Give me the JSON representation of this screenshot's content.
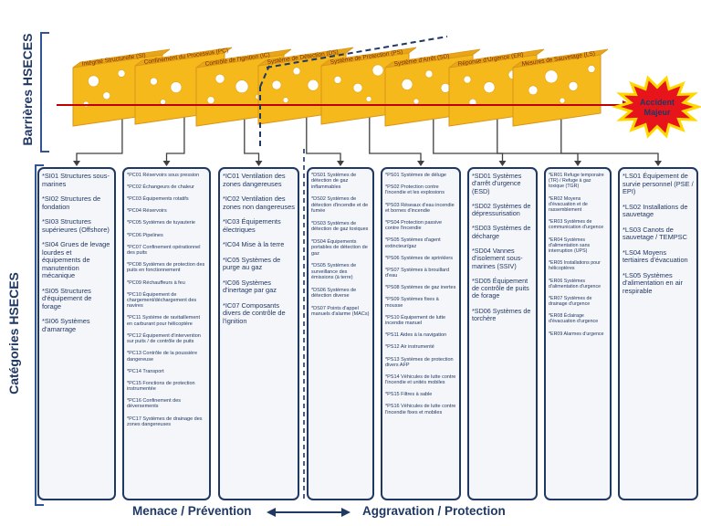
{
  "labels": {
    "barriers": "Barrières HSECES",
    "categories": "Catégories HSECES",
    "accident_line1": "Accident",
    "accident_line2": "Majeur",
    "menace": "Menace / Prévention",
    "aggravation": "Aggravation / Protection"
  },
  "barriers": [
    "Intégrité Structurelle (SI)",
    "Confinement du Processus (PC)",
    "Contrôle de l'Ignition (IC)",
    "Système de Détection (DS)",
    "Système de Protection (PS)",
    "Système d'Arrêt (SD)",
    "Réponse d'Urgence (ER)",
    "Mesures de Sauvetage (LS)"
  ],
  "columns": [
    {
      "items": [
        "*SI01  Structures sous-marines",
        "*SI02  Structures de fondation",
        "*SI03  Structures supérieures (Offshore)",
        "*SI04  Grues de levage lourdes et équipements de manutention mécanique",
        "*SI05  Structures d'équipement de forage",
        "*SI06  Systèmes d'amarrage"
      ]
    },
    {
      "items": [
        "*PC01  Réservoirs sous pression",
        "*PC02  Échangeurs de chaleur",
        "*PC03  Équipements rotatifs",
        "*PC04  Réservoirs",
        "*PC05  Systèmes de tuyauterie",
        "*PC06  Pipelines",
        "*PC07  Confinement opérationnel des puits",
        "*PC08  Systèmes de protection des puits en fonctionnement",
        "*PC09  Réchauffeurs à feu",
        "*PC10  Équipement de chargement/déchargement des navires",
        "*PC11  Système de ravitaillement en carburant pour hélicoptère",
        "*PC12  Équipement d'intervention sur puits / de contrôle de puits",
        "*PC13  Contrôle de la poussière dangereuse",
        "*PC14  Transport",
        "*PC15 Fonctions de protection instrumentée",
        "*PC16  Confinement des déversements",
        "*PC17  Systèmes de drainage des zones dangereuses"
      ]
    },
    {
      "items": [
        "*IC01  Ventilation des zones dangereuses",
        "*IC02  Ventilation des zones non dangereuses",
        "*IC03  Équipements électriques",
        "*IC04  Mise à la terre",
        "*IC05  Systèmes de purge au gaz",
        "*IC06  Systèmes d'inertage par gaz",
        "*IC07  Composants divers de contrôle de l'ignition"
      ]
    },
    {
      "items": [
        "*DS01  Systèmes de détection de gaz inflammables",
        "*DS02  Systèmes de détection d'incendie et de fumée",
        "*DS03  Systèmes de détection de gaz toxiques",
        "*DS04  Équipements portables de détection de gaz",
        "*DS05  Systèmes de surveillance des émissions (à terre)",
        "*DS06  Systèmes de détection diverse",
        "*DS07  Points d'appel manuels d'alarme (MACs)"
      ]
    },
    {
      "items": [
        "*PS01  Systèmes de déluge",
        "*PS02  Protection contre l'incendie et les explosions",
        "*PS03  Réseaux d'eau incendie et bornes d'incendie",
        "*PS04  Protection passive contre l'incendie",
        "*PS05  Systèmes d'agent extincteur/gaz",
        "*PS06  Systèmes de sprinklers",
        "*PS07  Systèmes à brouillard d'eau",
        "*PS08  Systèmes de gaz inertes",
        "*PS09  Systèmes fixes à mousse",
        "*PS10  Équipement de lutte incendie manuel",
        "*PS11  Aides à la navigation",
        "*PS12  Air instrumenté",
        "*PS13  Systèmes de protection divers AFP",
        "*PS14  Véhicules de lutte contre l'incendie et unités mobiles",
        "*PS15  Filtres à sable",
        "*PS16  Véhicules de lutte contre l'incendie fixes et mobiles"
      ]
    },
    {
      "items": [
        "*SD01  Systèmes d'arrêt d'urgence (ESD)",
        "*SD02  Systèmes de dépressurisation",
        "*SD03  Systèmes de décharge",
        "*SD04  Vannes d'isolement sous-marines (SSIV)",
        "*SD05  Équipement de contrôle de puits de forage",
        "*SD06  Systèmes de torchère"
      ]
    },
    {
      "items": [
        "*ER01  Refuge temporaire (TR) / Refuge à gaz toxique (TGR)",
        "*ER02  Moyens d'évacuation et de rassemblement",
        "*ER03  Systèmes de communication d'urgence",
        "*ER04  Systèmes d'alimentation sans interruption (UPS)",
        "*ER05  Installations pour hélicoptères",
        "*ER06  Systèmes d'alimentation d'urgence",
        "*ER07  Systèmes de drainage d'urgence",
        "*ER08  Éclairage d'évacuation d'urgence",
        "*ER09  Alarmes d'urgence"
      ]
    },
    {
      "items": [
        "*LS01  Équipement de survie personnel (PSE / EPI)",
        "*LS02  Installations de sauvetage",
        "*LS03  Canots de sauvetage / TEMPSC",
        "*LS04  Moyens tertiaires d'évacuation",
        "*LS05  Systèmes d'alimentation en air respirable"
      ]
    }
  ],
  "colors": {
    "navy": "#1f3864",
    "cheese": "#f6b91b",
    "cheese_edge": "#d9951a",
    "accident_fill": "#e8141c",
    "accident_burst": "#ffd800",
    "red_line": "#c00000"
  }
}
